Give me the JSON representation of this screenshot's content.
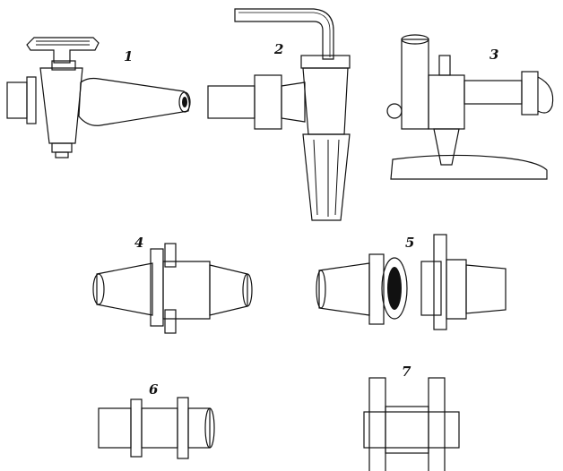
{
  "figure": {
    "labels": [
      {
        "key": "fig1",
        "text": "1"
      },
      {
        "key": "fig2",
        "text": "2"
      },
      {
        "key": "fig3",
        "text": "3"
      },
      {
        "key": "fig4",
        "text": "4"
      },
      {
        "key": "fig5",
        "text": "5"
      },
      {
        "key": "fig6",
        "text": "6"
      },
      {
        "key": "fig7",
        "text": "7"
      }
    ]
  },
  "colors": {
    "ink": "#111111",
    "paper": "#ffffff"
  }
}
